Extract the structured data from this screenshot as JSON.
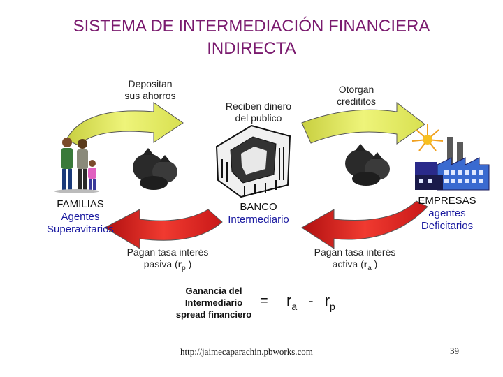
{
  "title": {
    "line1": "SISTEMA DE INTERMEDIACIÓN FINANCIERA",
    "line2": "INDIRECTA"
  },
  "labels": {
    "depositan": [
      "Depositan",
      "sus ahorros"
    ],
    "reciben": [
      "Reciben dinero",
      "del publico"
    ],
    "otorgan": [
      "Otorgan",
      "credititos"
    ],
    "familias": {
      "name": "FAMILIAS",
      "role1": "Agentes",
      "role2": "Superavitarios"
    },
    "banco": {
      "name": "BANCO",
      "role": "Intermediario"
    },
    "empresas": {
      "name": "EMPRESAS",
      "role1": "agentes",
      "role2": "Deficitarios"
    },
    "pasiva": {
      "line1": "Pagan tasa interés",
      "line2_prefix": "pasiva  (",
      "r": "r",
      "sub": "p",
      "close": " )"
    },
    "activa": {
      "line1": "Pagan tasa interés",
      "line2_prefix": "activa  (",
      "r": "r",
      "sub": "a",
      "close": " )"
    },
    "ganancia": [
      "Ganancia del",
      "Intermediario",
      "spread  financiero"
    ],
    "formula": {
      "eq": "=",
      "ra": "r",
      "ra_sub": "a",
      "minus": "-",
      "rp": "r",
      "rp_sub": "p"
    }
  },
  "footer": {
    "url": "http://jaimecaparachin.pbworks.com",
    "page": "39"
  },
  "colors": {
    "title": "#7a1a6e",
    "arrow_yellow": "#e6f06a",
    "arrow_red": "#e0201e",
    "label_blue": "#1a1aa0"
  }
}
